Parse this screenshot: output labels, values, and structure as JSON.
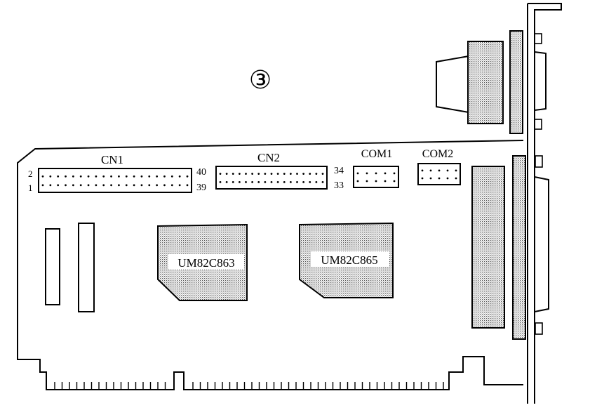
{
  "figure": {
    "number_label": "③",
    "connectors": [
      {
        "name": "CN1",
        "pin_top_left": "2",
        "pin_bottom_left": "1",
        "pin_top_right": "40",
        "pin_bottom_right": "39",
        "cols": 20
      },
      {
        "name": "CN2",
        "pin_top_right": "34",
        "pin_bottom_right": "33",
        "cols": 17
      },
      {
        "name": "COM1",
        "cols": 5
      },
      {
        "name": "COM2",
        "cols": 5
      }
    ],
    "chips": [
      {
        "label": "UM82C863"
      },
      {
        "label": "UM82C865"
      }
    ]
  },
  "colors": {
    "line": "#000000",
    "stipple": "#b8b8b8",
    "background": "#ffffff"
  }
}
